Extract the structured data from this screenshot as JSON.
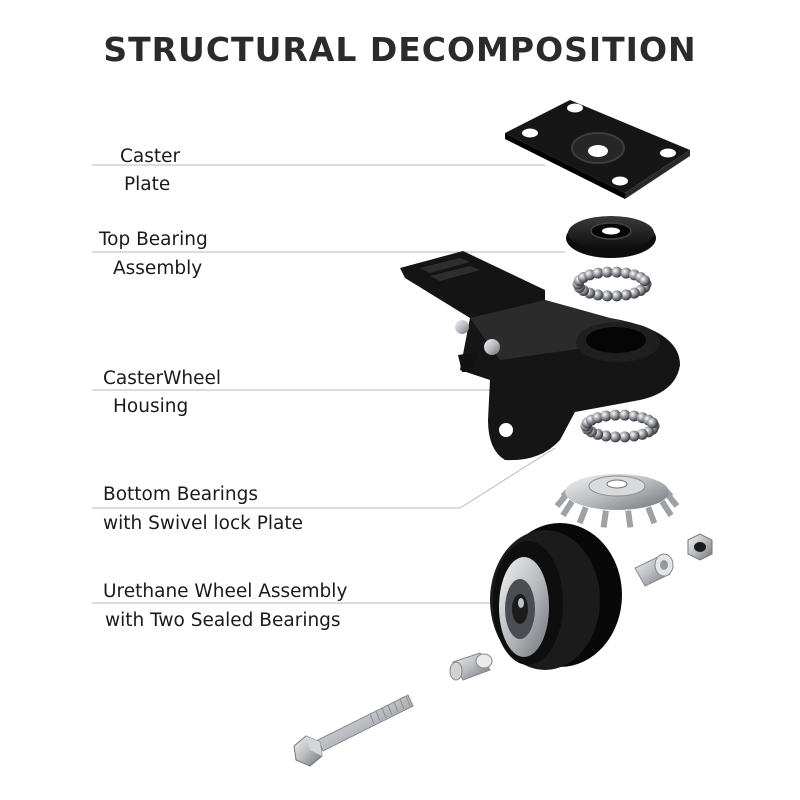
{
  "title": "STRUCTURAL DECOMPOSITION",
  "labels": {
    "caster_plate": [
      "Caster",
      "Plate"
    ],
    "top_bearing": [
      "Top Bearing",
      "Assembly"
    ],
    "housing": [
      "CasterWheel",
      "Housing"
    ],
    "bottom_bearings": [
      "Bottom Bearings",
      "with Swivel lock Plate"
    ],
    "wheel": [
      "Urethane Wheel Assembly",
      "with Two Sealed Bearings"
    ]
  },
  "colors": {
    "metal_black": "#141414",
    "steel": "#b9bcc0",
    "leader_line": "#b8b8b8",
    "title": "#2b2b2b"
  },
  "parts": [
    "caster-plate-icon",
    "top-bearing-race-icon",
    "ball-bearing-ring-icon",
    "caster-housing-icon",
    "swivel-lock-plate-icon",
    "urethane-wheel-icon",
    "axle-bolt-icon",
    "nut-icon",
    "axle-spacer-icon"
  ]
}
